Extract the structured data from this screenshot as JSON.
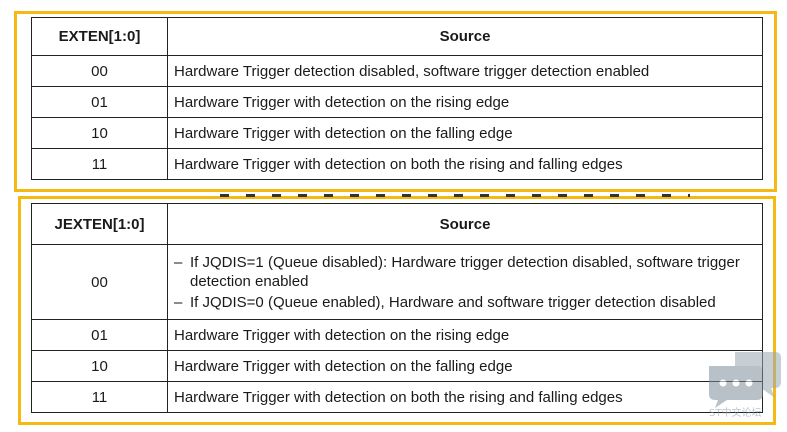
{
  "table1": {
    "headers": [
      "EXTEN[1:0]",
      "Source"
    ],
    "rows": [
      {
        "code": "00",
        "source": "Hardware Trigger detection disabled, software trigger detection enabled"
      },
      {
        "code": "01",
        "source": "Hardware Trigger with detection on the rising edge"
      },
      {
        "code": "10",
        "source": "Hardware Trigger with detection on the falling edge"
      },
      {
        "code": "11",
        "source": "Hardware Trigger with detection on both the rising and falling edges"
      }
    ]
  },
  "table2": {
    "headers": [
      "JEXTEN[1:0]",
      "Source"
    ],
    "row0": {
      "code": "00",
      "dash": "–",
      "bullets": [
        "If JQDIS=1 (Queue disabled): Hardware trigger detection disabled, software trigger detection enabled",
        "If JQDIS=0 (Queue enabled), Hardware and software trigger detection disabled"
      ]
    },
    "rows": [
      {
        "code": "01",
        "source": "Hardware Trigger with detection on the rising edge"
      },
      {
        "code": "10",
        "source": "Hardware Trigger with detection on the falling edge"
      },
      {
        "code": "11",
        "source": "Hardware Trigger with detection on both the rising and falling edges"
      }
    ]
  },
  "watermark": {
    "icon": "chat-bubble-icon",
    "text": "ST中文论坛",
    "color": "#8a9aa6"
  },
  "colors": {
    "highlight_border": "#f5b914",
    "table_border": "#222222"
  }
}
